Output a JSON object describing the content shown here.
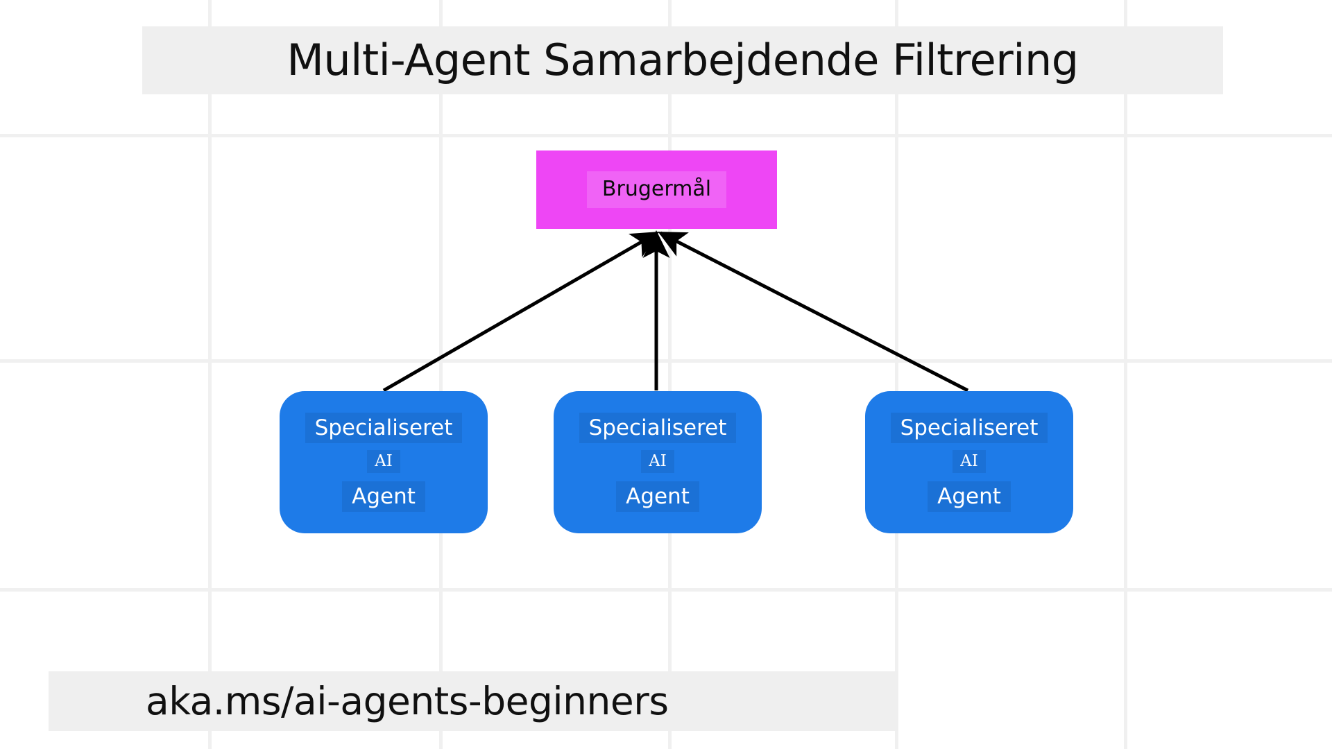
{
  "slide": {
    "title": "Multi-Agent Samarbejdende Filtrering",
    "footer": "aka.ms/ai-agents-beginners",
    "background_color": "#ffffff",
    "banner_color": "#efefef",
    "grid_color": "#f0f0f0"
  },
  "diagram": {
    "type": "node-link",
    "goal_node": {
      "label": "Brugermål",
      "color": "#ee46f5",
      "text_color": "#0b0b0b"
    },
    "agents": [
      {
        "line1": "Specialiseret",
        "line2": "AI",
        "line3": "Agent",
        "color": "#1e7be8",
        "text_color": "#ffffff"
      },
      {
        "line1": "Specialiseret",
        "line2": "AI",
        "line3": "Agent",
        "color": "#1e7be8",
        "text_color": "#ffffff"
      },
      {
        "line1": "Specialiseret",
        "line2": "AI",
        "line3": "Agent",
        "color": "#1e7be8",
        "text_color": "#ffffff"
      }
    ],
    "edges": [
      {
        "from": "agent-1",
        "to": "goal-node",
        "arrow": "to-goal",
        "color": "#000000"
      },
      {
        "from": "agent-2",
        "to": "goal-node",
        "arrow": "to-goal",
        "color": "#000000"
      },
      {
        "from": "agent-3",
        "to": "goal-node",
        "arrow": "to-goal",
        "color": "#000000"
      }
    ]
  }
}
